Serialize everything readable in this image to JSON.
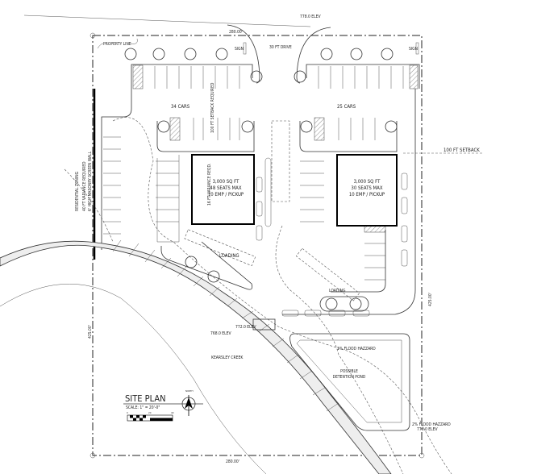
{
  "title": "SITE PLAN",
  "scale": "SCALE: 1\" = 20'-0\"",
  "north": "NORTH",
  "labels": {
    "top_elev": "778.0 ELEV",
    "top_dim": "280.00'",
    "bottom_dim": "280.00'",
    "left_dim": "425.00'",
    "right_dim": "425.00'",
    "property_line": "PROPERTY LINE",
    "drive": "30 FT DRIVE",
    "sign_left": "SIGN",
    "sign_right": "SIGN",
    "cars_left": "34 CARS",
    "cars_right": "25 CARS",
    "setback_required": "100 FT SETBACK REQUIRED",
    "setback": "100 FT SETBACK",
    "variance": "16 FT VARIANCE REQD.",
    "zoning": [
      "RESIDENTIAL ZONING",
      "40 FT VARIANCE REQUIRED",
      "6' HIGH MASONRY SCREEN WALL"
    ],
    "loading_left": "LOADING",
    "loading_right": "LOADING",
    "elev_772": "772.0 ELEV",
    "elev_768": "768.0 ELEV",
    "creek": "KEARSLEY CREEK",
    "flood1": "1% FLOOD HAZZARD",
    "pond": [
      "POSSIBLE",
      "DETENTION POND"
    ],
    "flood2": [
      "2% FLOOD HAZZARD",
      "776.0 ELEV"
    ]
  },
  "buildings": [
    {
      "lines": [
        "3,000 SQ FT",
        "48 SEATS MAX",
        "10 EMP / PICKUP"
      ]
    },
    {
      "lines": [
        "3,000 SQ FT",
        "30 SEATS MAX",
        "10 EMP / PICKUP"
      ]
    }
  ],
  "scale_ticks": [
    "0",
    "20",
    "40"
  ]
}
